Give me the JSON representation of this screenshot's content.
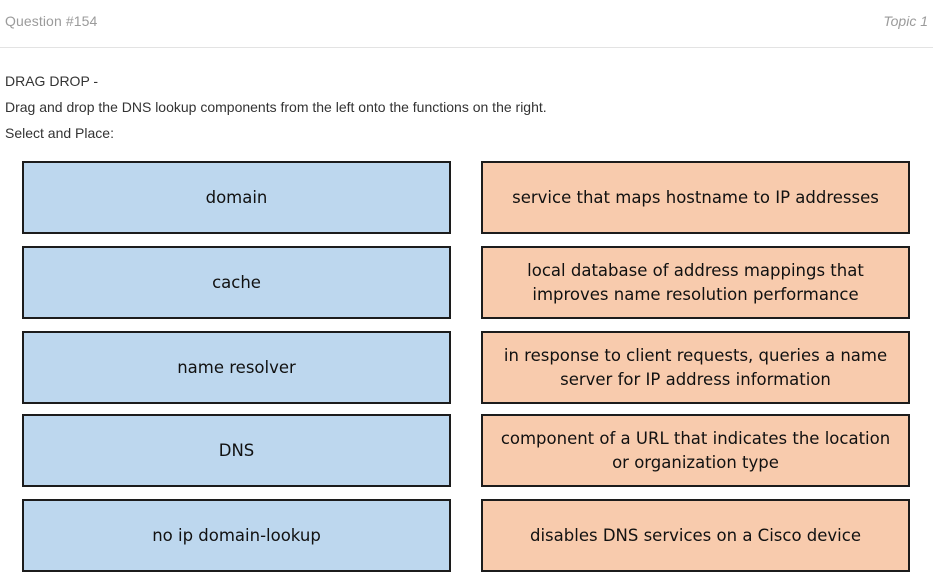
{
  "header": {
    "question_number": "Question #154",
    "topic": "Topic 1"
  },
  "question": {
    "type": "DRAG DROP -",
    "instruction": "Drag and drop the DNS lookup components from the left onto the functions on the right.",
    "select_label": "Select and Place:"
  },
  "components": [
    {
      "label": "domain"
    },
    {
      "label": "cache"
    },
    {
      "label": "name resolver"
    },
    {
      "label": "DNS"
    },
    {
      "label": "no ip domain-lookup"
    }
  ],
  "functions": [
    {
      "label": "service that maps hostname to IP addresses"
    },
    {
      "label": "local database of address mappings that improves name resolution performance"
    },
    {
      "label": "in response to client requests, queries a name server for IP address information"
    },
    {
      "label": "component of a URL that indicates the location or organization type"
    },
    {
      "label": "disables DNS services on a Cisco device"
    }
  ],
  "colors": {
    "component_fill": "#bdd7ee",
    "function_fill": "#f8cbad",
    "border": "#1c1c1c"
  }
}
